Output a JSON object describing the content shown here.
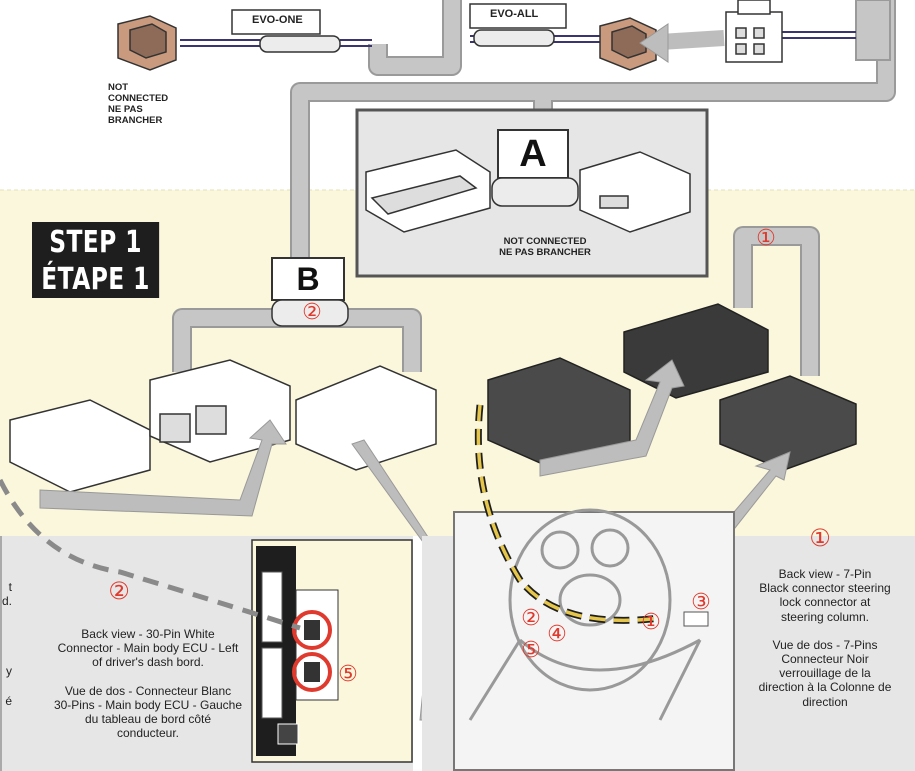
{
  "step": {
    "line1": "STEP 1",
    "line2": "ÉTAPE 1"
  },
  "labels": {
    "evo_one": "EVO-ONE",
    "evo_all": "EVO-ALL",
    "box_a": "A",
    "box_b": "B",
    "not_connected_left": [
      "NOT",
      "CONNECTED",
      "NE PAS",
      "BRANCHER"
    ],
    "not_connected_center": [
      "NOT CONNECTED",
      "NE PAS BRANCHER"
    ]
  },
  "markers": {
    "m1": "①",
    "m2": "②",
    "m3": "③",
    "m4": "④",
    "m5": "⑤"
  },
  "captions": {
    "white_connector": {
      "en": [
        "Back view - 30-Pin White",
        "Connector - Main body ECU - Left",
        "of driver's dash bord."
      ],
      "fr": [
        "Vue de dos - Connecteur Blanc",
        "30-Pins - Main body ECU - Gauche",
        "du tableau de bord côté",
        "conducteur."
      ]
    },
    "black_connector": {
      "marker": "①",
      "en": [
        "Back view - 7-Pin",
        "Black connector steering",
        "lock connector at",
        "steering column."
      ],
      "fr": [
        "Vue de dos - 7-Pins",
        "Connecteur Noir",
        "verrouillage de la",
        "direction à la Colonne de",
        "direction"
      ]
    },
    "cut_left": [
      "t",
      "d.",
      "y",
      "é"
    ]
  },
  "colors": {
    "accent_red": "#e03a2e",
    "band_yellow": "#fbf7dc",
    "harness_gray": "#c6c6c6",
    "dark_box": "#1e1e1e"
  }
}
